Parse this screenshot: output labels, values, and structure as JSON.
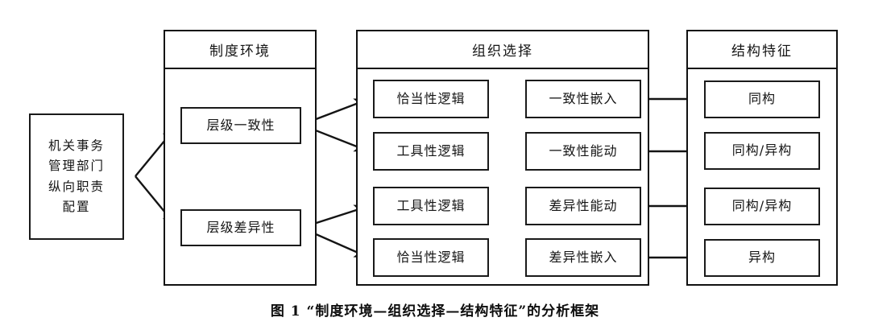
{
  "figure": {
    "caption": "图 1  “制度环境—组织选择—结构特征”的分析框架",
    "background_color": "#ffffff",
    "line_color": "#141414"
  },
  "source": {
    "name": "机关事务管理部门纵向职责配置",
    "lines": [
      "机关事务",
      "管理部门",
      "纵向职责",
      "配置"
    ]
  },
  "columns": [
    {
      "id": "institutional-environment",
      "header": "制度环境",
      "nodes": [
        {
          "id": "hierarchy-consistency",
          "label": "层级一致性"
        },
        {
          "id": "hierarchy-difference",
          "label": "层级差异性"
        }
      ]
    },
    {
      "id": "organizational-choice",
      "header": "组织选择",
      "logic_nodes": [
        {
          "id": "appropriateness-logic-1",
          "label": "恰当性逻辑"
        },
        {
          "id": "instrumental-logic-1",
          "label": "工具性逻辑"
        },
        {
          "id": "instrumental-logic-2",
          "label": "工具性逻辑"
        },
        {
          "id": "appropriateness-logic-2",
          "label": "恰当性逻辑"
        }
      ],
      "response_nodes": [
        {
          "id": "consistency-embedding",
          "label": "一致性嵌入"
        },
        {
          "id": "consistency-agency",
          "label": "一致性能动"
        },
        {
          "id": "difference-agency",
          "label": "差异性能动"
        },
        {
          "id": "difference-embedding",
          "label": "差异性嵌入"
        }
      ]
    },
    {
      "id": "structural-characteristics",
      "header": "结构特征",
      "nodes": [
        {
          "id": "isomorphism-1",
          "label": "同构"
        },
        {
          "id": "isomorphism-heterogeneity-1",
          "label": "同构/异构"
        },
        {
          "id": "isomorphism-heterogeneity-2",
          "label": "同构/异构"
        },
        {
          "id": "heterogeneity-1",
          "label": "异构"
        }
      ]
    }
  ]
}
